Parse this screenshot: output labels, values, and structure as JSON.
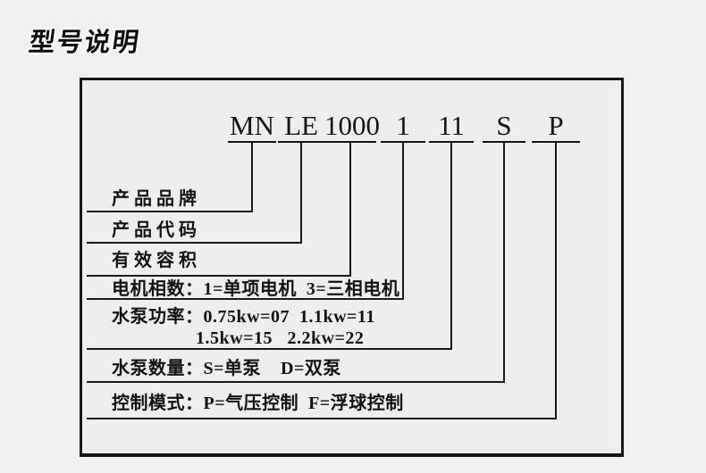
{
  "page_title": "型号说明",
  "model_code": {
    "segments": [
      "MN",
      "LE",
      "1000",
      "1",
      "11",
      "S",
      "P"
    ]
  },
  "rows": [
    {
      "text": "产品品牌",
      "segment": "MN"
    },
    {
      "text": "产品代码",
      "segment": "LE"
    },
    {
      "text": "有效容积",
      "segment": "1000"
    },
    {
      "text": "电机相数：1=单项电机  3=三相电机",
      "segment": "1"
    },
    {
      "text": "水泵功率：0.75kw=07  1.1kw=11",
      "text2": "1.5kw=15   2.2kw=22",
      "segment": "11"
    },
    {
      "text": "水泵数量：S=单泵    D=双泵",
      "segment": "S"
    },
    {
      "text": "控制模式：P=气压控制  F=浮球控制",
      "segment": "P"
    }
  ],
  "colors": {
    "background": "#f0f0f1",
    "box_background": "#eeeeef",
    "line": "#1a1a1a",
    "text": "#121212"
  }
}
